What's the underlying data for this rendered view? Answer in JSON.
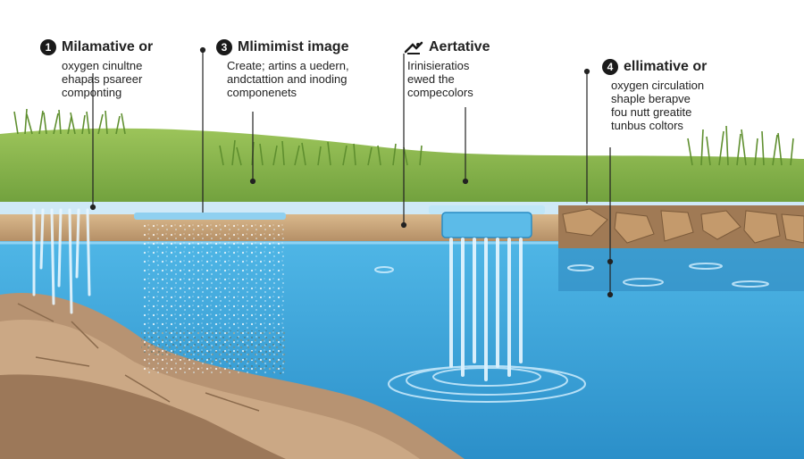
{
  "callouts": [
    {
      "id": "c1",
      "badge": "1",
      "title": "Milamative or",
      "lines": [
        "oxygen cinultne",
        "ehapas psareer",
        "componting"
      ]
    },
    {
      "id": "c3",
      "badge": "3",
      "title": "Mlimimist image",
      "lines": [
        "Create; artins a uedern,",
        "andctattion and inoding",
        "componenets"
      ]
    },
    {
      "id": "c2",
      "badge": "",
      "icon": "aerator-icon",
      "title": "Aertative",
      "lines": [
        "Irinisieratios",
        "ewed the",
        "compecolors"
      ]
    },
    {
      "id": "c4",
      "badge": "4",
      "title": "ellimative or",
      "lines": [
        "oxygen circulation",
        "shaple berapve",
        "fou nutt greatite",
        "tunbus coltors"
      ]
    }
  ],
  "colors": {
    "sky": "#ffffff",
    "grass": "#7fae45",
    "grass_light": "#a9cf6a",
    "water": "#3fa9de",
    "water_dark": "#2a8cc4",
    "soil": "#c8a57c",
    "rock": "#a7896a",
    "leader": "#222222"
  }
}
